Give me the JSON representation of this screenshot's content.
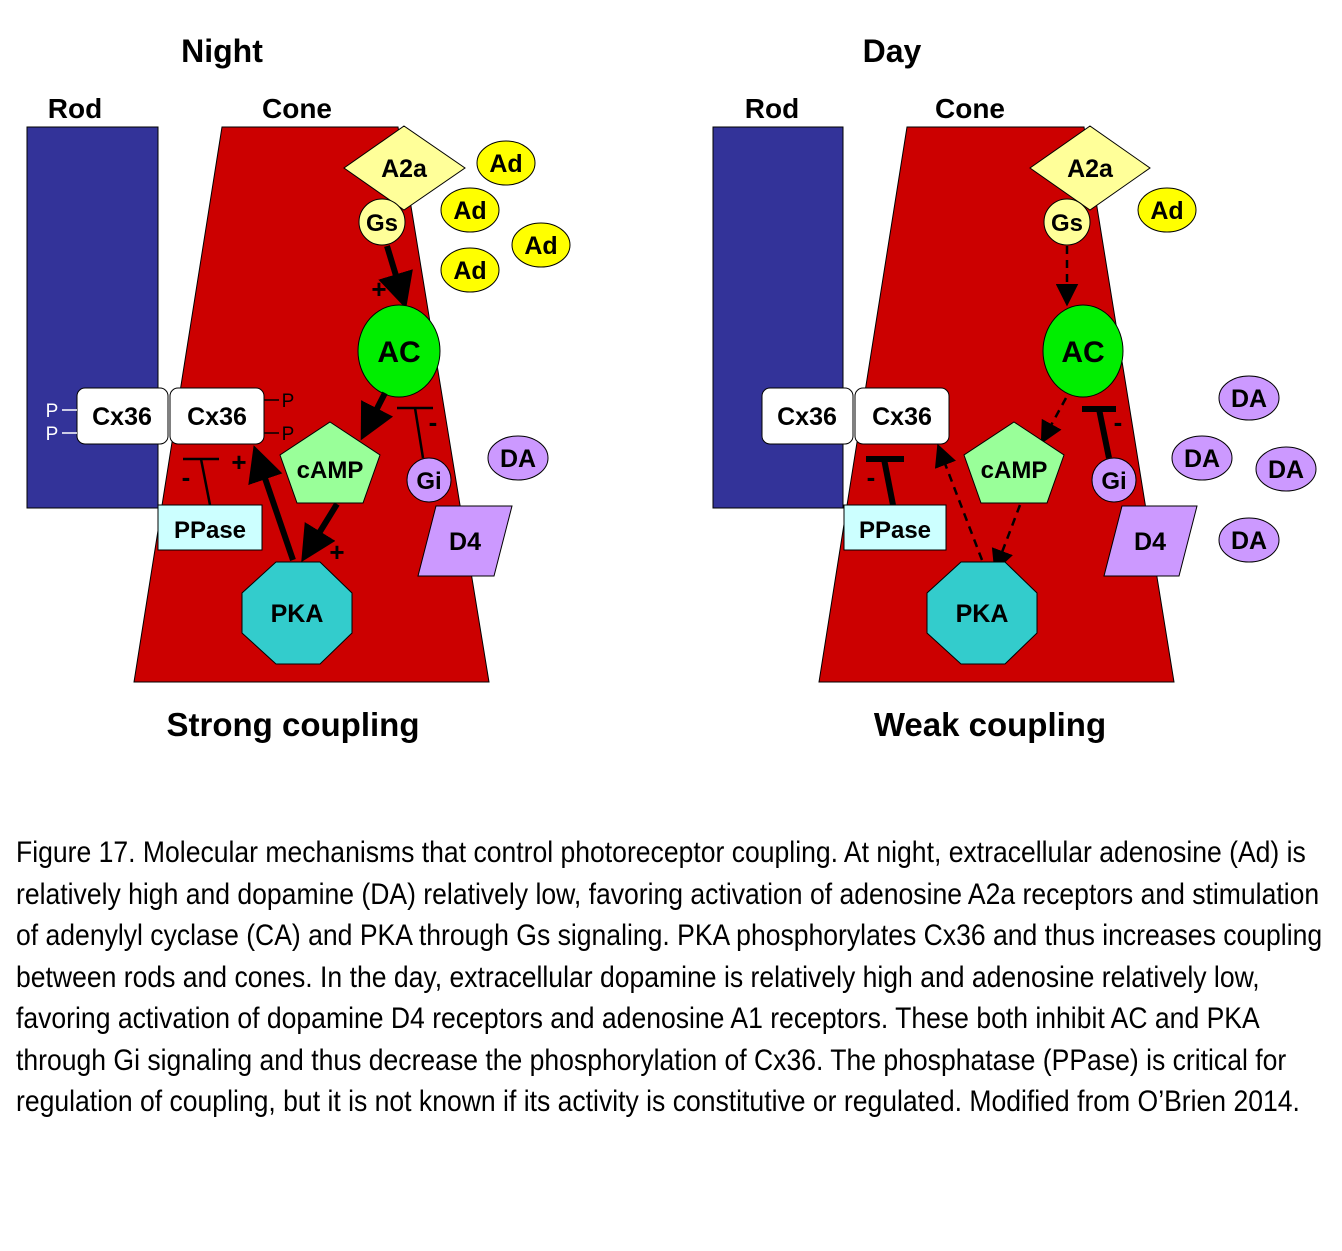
{
  "panels": {
    "night": {
      "title": "Night",
      "rod_label": "Rod",
      "cone_label": "Cone",
      "coupling_label": "Strong coupling",
      "adenosine": [
        "Ad",
        "Ad",
        "Ad",
        "Ad"
      ],
      "dopamine": [
        "DA"
      ],
      "p_marks": [
        "P",
        "P",
        "P",
        "P"
      ],
      "signs": {
        "gs_ac": "+",
        "ac_camp_pka": "+",
        "pka_cx36": "+",
        "pp_cx36": "-",
        "gi_ac": "-"
      }
    },
    "day": {
      "title": "Day",
      "rod_label": "Rod",
      "cone_label": "Cone",
      "coupling_label": "Weak coupling",
      "adenosine": [
        "Ad"
      ],
      "dopamine": [
        "DA",
        "DA",
        "DA",
        "DA"
      ],
      "signs": {
        "pp_cx36": "-",
        "gi_ac": "-"
      }
    }
  },
  "molecules": {
    "a2a": "A2a",
    "gs": "Gs",
    "ac": "AC",
    "camp": "cAMP",
    "pka": "PKA",
    "cx36": "Cx36",
    "ppase": "PPase",
    "gi": "Gi",
    "d4": "D4"
  },
  "colors": {
    "rod": "#333399",
    "cone": "#cc0000",
    "ac": "#00ee00",
    "camp": "#99ff99",
    "pka": "#33cccc",
    "adenosine": "#ffff00",
    "a2a": "#ffff99",
    "dopamine_receptor": "#cc99ff",
    "ppase": "#ccffff"
  },
  "caption": "Figure 17. Molecular mechanisms that control photoreceptor coupling. At night, extracellular adenosine (Ad) is relatively high and dopamine (DA) relatively low, favoring activation of adenosine A2a receptors and stimulation of adenylyl cyclase (CA) and PKA through Gs signaling. PKA phosphorylates Cx36 and thus increases coupling between rods and cones. In the day, extracellular dopamine is relatively high and adenosine relatively low, favoring activation of dopamine D4 receptors and adenosine A1 receptors. These both inhibit AC and PKA through Gi signaling and thus decrease the phosphorylation of Cx36. The phosphatase (PPase) is critical for regulation of coupling, but it is not known if its activity is constitutive or regulated. Modified from O’Brien 2014."
}
